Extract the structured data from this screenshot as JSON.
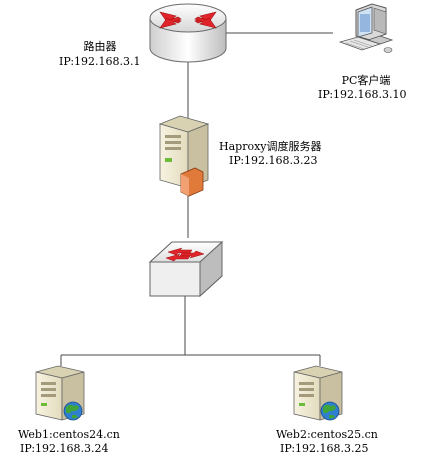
{
  "router": {
    "name": "路由器",
    "ip": "IP:192.168.3.1"
  },
  "pc": {
    "name": "PC客户端",
    "ip": "IP:192.168.3.10"
  },
  "haproxy": {
    "name": "Haproxy调度服务器",
    "ip": "IP:192.168.3.23"
  },
  "switch": {
    "name": ""
  },
  "web1": {
    "name": "Web1:centos24.cn",
    "ip": "IP:192.168.3.24"
  },
  "web2": {
    "name": "Web2:centos25.cn",
    "ip": "IP:192.168.3.25"
  },
  "colors": {
    "line": "#4a4a4a",
    "router_arrow": "#e0242a",
    "server_body": "#efe9cf",
    "server_shade": "#bdb698",
    "globe_green": "#3fa53a",
    "globe_blue": "#2f7fd0",
    "haproxy_accent": "#e07a3a"
  }
}
